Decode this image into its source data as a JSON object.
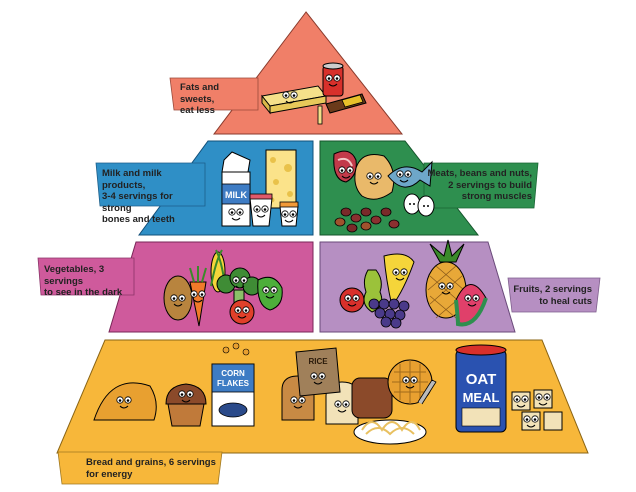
{
  "colors": {
    "fats": "#F07F68",
    "milk": "#2F8FC6",
    "meats": "#2E8F4F",
    "vegetables": "#CF5A9C",
    "fruits": "#B68FC2",
    "grains": "#F7B73A"
  },
  "tiers": [
    {
      "key": "fats",
      "label_lines": [
        "Fats and sweets,",
        "eat less"
      ],
      "icons": [
        "butter-stick-icon",
        "soda-can-icon",
        "candy-bar-icon"
      ]
    },
    {
      "key": "milk",
      "label_lines": [
        "Milk and milk products,",
        "3-4 servings for strong",
        "bones and teeth"
      ],
      "carton_text": "MILK",
      "icons": [
        "milk-carton-icon",
        "cheese-icon",
        "yogurt-cup-icon"
      ]
    },
    {
      "key": "meats",
      "label_lines": [
        "Meats, beans and nuts,",
        "2 servings to build",
        "strong muscles"
      ],
      "icons": [
        "steak-icon",
        "chicken-icon",
        "fish-icon",
        "eggs-icon",
        "beans-icon"
      ]
    },
    {
      "key": "vegetables",
      "label_lines": [
        "Vegetables, 3 servings",
        "to see in the dark"
      ],
      "icons": [
        "potato-icon",
        "carrot-icon",
        "corn-icon",
        "broccoli-icon",
        "pepper-icon",
        "tomato-icon"
      ]
    },
    {
      "key": "fruits",
      "label_lines": [
        "Fruits, 2 servings",
        "to heal cuts"
      ],
      "icons": [
        "apple-icon",
        "pear-icon",
        "banana-icon",
        "grapes-icon",
        "pineapple-icon",
        "watermelon-icon"
      ]
    },
    {
      "key": "grains",
      "label_lines": [
        "Bread and grains, 6 servings",
        "for energy"
      ],
      "box_text": [
        "CORN",
        "FLAKES"
      ],
      "sack_text": "RICE",
      "can_text": [
        "OAT",
        "MEAL"
      ],
      "icons": [
        "taco-icon",
        "muffin-icon",
        "cereal-box-icon",
        "bread-icon",
        "waffle-icon",
        "spaghetti-icon",
        "oatmeal-can-icon",
        "crackers-icon"
      ]
    }
  ]
}
